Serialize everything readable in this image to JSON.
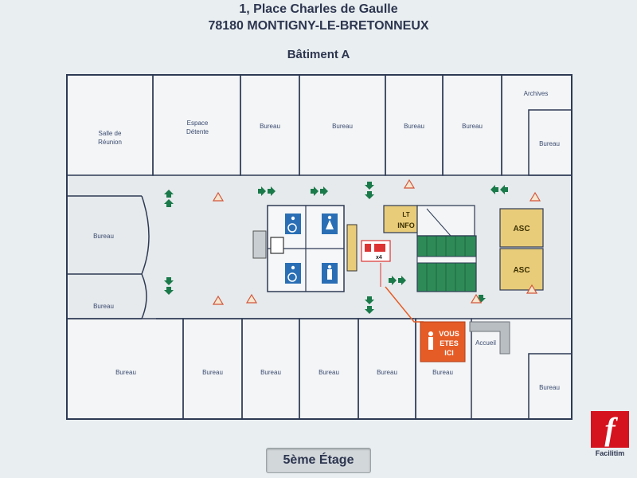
{
  "header": {
    "address_line1": "1, Place Charles de Gaulle",
    "address_line2": "78180 MONTIGNY-LE-BRETONNEUX",
    "building": "Bâtiment A"
  },
  "rooms": {
    "salle_reunion_1": "Salle de",
    "salle_reunion_2": "Réunion",
    "espace_detente_1": "Espace",
    "espace_detente_2": "Détente",
    "bureau": "Bureau",
    "archives": "Archives",
    "accueil": "Accueil"
  },
  "signs": {
    "lt": "LT",
    "info": "INFO",
    "asc": "ASC",
    "extinguisher_count": "x4",
    "you_are_here_1": "VOUS",
    "you_are_here_2": "ETES",
    "you_are_here_3": "ICI"
  },
  "floor": "5ème Étage",
  "logo": {
    "name": "Facilitim",
    "mark": "f"
  },
  "colors": {
    "wall": "#2e3a55",
    "floor": "#f3f5f6",
    "corridor": "#e0e4e6",
    "stairs": "#2e8b57",
    "service_yellow": "#e9cc7a",
    "you_are_here": "#e65c26",
    "exit_arrow": "#1a7a4a",
    "accessibility": "#2a6fb5",
    "logo_red": "#d5131f"
  }
}
